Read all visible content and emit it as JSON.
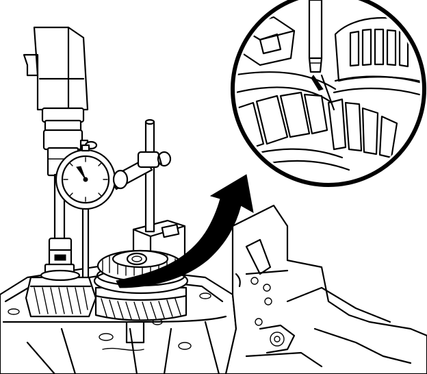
{
  "figure": {
    "kind": "technical-line-drawing",
    "style": "black-and-white",
    "components": [
      "transmission-case",
      "output-shaft-gear-stack",
      "dial-indicator",
      "magnetic-base-stand",
      "drill-style-holder",
      "callout-arrow",
      "magnified-gear-mesh-detail"
    ]
  },
  "colors": {
    "ink": "#000000",
    "paper": "#ffffff"
  }
}
